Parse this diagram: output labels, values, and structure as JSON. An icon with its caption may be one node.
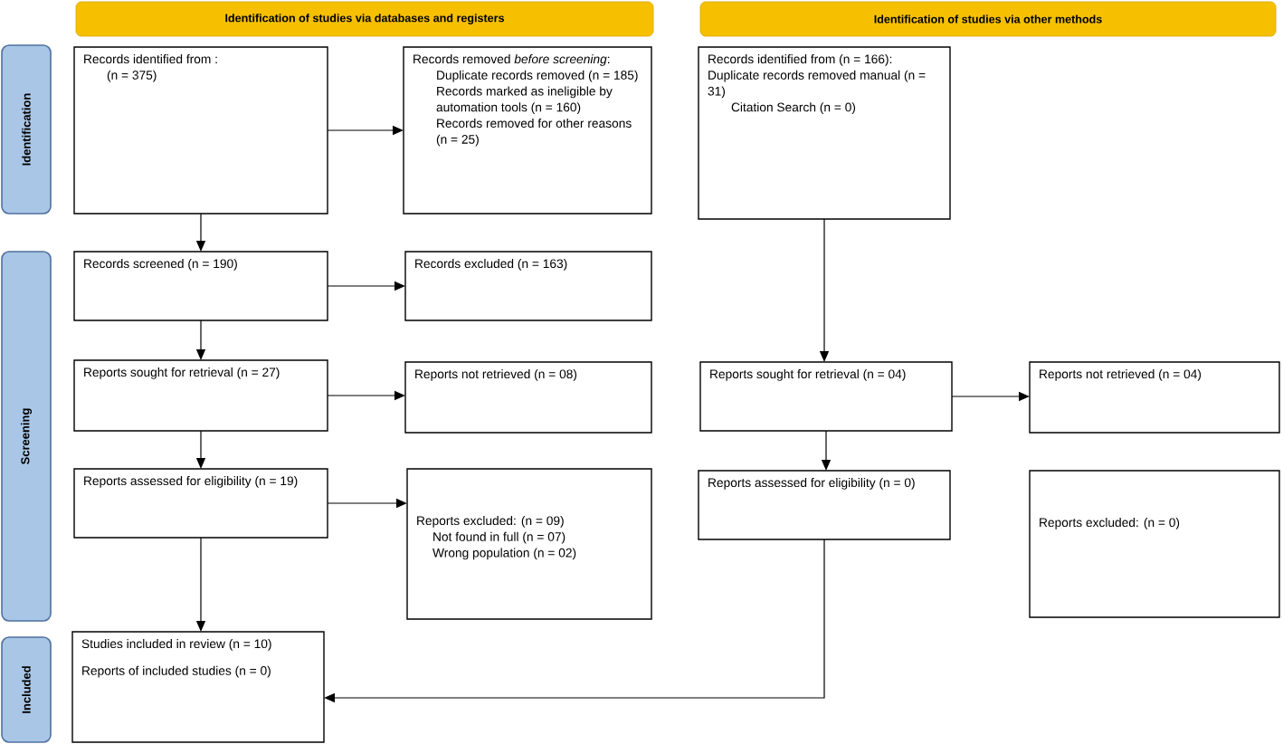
{
  "diagram": {
    "nodes": [
      {
        "text": [
          "Identification of studies via databases and registers"
        ]
      },
      {
        "text": [
          "Identification of studies via other methods"
        ]
      },
      {
        "text": [
          "Identification"
        ]
      },
      {
        "text": [
          "Screening"
        ]
      },
      {
        "text": [
          "Included"
        ]
      },
      {
        "text": [
          "Records identified from :",
          "(n = 375)"
        ]
      },
      {
        "text": [
          "Records removed *before screening*:",
          "Duplicate records removed (n = 185)",
          "Records marked as ineligible by automation tools (n = 160)",
          "Records removed for other reasons (n = 25)"
        ]
      },
      {
        "text": [
          "Records screened (n = 190)"
        ]
      },
      {
        "text": [
          "Records excluded (n = 163)"
        ]
      },
      {
        "text": [
          "Reports sought for retrieval (n = 27)"
        ]
      },
      {
        "text": [
          "Reports not retrieved (n = 08)"
        ]
      },
      {
        "text": [
          "Reports assessed for eligibility (n = 19)"
        ]
      },
      {
        "text": [
          "Reports excluded: (n = 09)",
          "Not found in full (n = 07)",
          "Wrong population (n = 02)"
        ]
      },
      {
        "text": [
          "Studies included in review (n = 10)",
          "Reports of included studies (n = 0)"
        ]
      },
      {
        "text": [
          "Records identified from (n = 166): Duplicate records removed manual (n = 31)",
          "Citation Search (n = 0)"
        ]
      },
      {
        "text": [
          "Reports sought for retrieval (n = 04)"
        ]
      },
      {
        "text": [
          "Reports not retrieved (n = 04)"
        ]
      },
      {
        "text": [
          "Reports assessed for eligibility (n = 0)"
        ]
      },
      {
        "text": [
          "Reports excluded: (n = 0)"
        ]
      }
    ],
    "edges": [
      {
        "from": 5,
        "to": 6,
        "arrow": "to"
      },
      {
        "from": 5,
        "to": 7,
        "arrow": "to"
      },
      {
        "from": 7,
        "to": 8,
        "arrow": "to"
      },
      {
        "from": 7,
        "to": 9,
        "arrow": "to"
      },
      {
        "from": 9,
        "to": 10,
        "arrow": "to"
      },
      {
        "from": 9,
        "to": 11,
        "arrow": "to"
      },
      {
        "from": 11,
        "to": 12,
        "arrow": "to"
      },
      {
        "from": 11,
        "to": 13,
        "arrow": "to"
      },
      {
        "from": 14,
        "to": 15,
        "arrow": "to"
      },
      {
        "from": 15,
        "to": 16,
        "arrow": "to"
      },
      {
        "from": 15,
        "to": 17,
        "arrow": "to"
      },
      {
        "from": 17,
        "to": 13,
        "arrow": "to"
      }
    ]
  }
}
